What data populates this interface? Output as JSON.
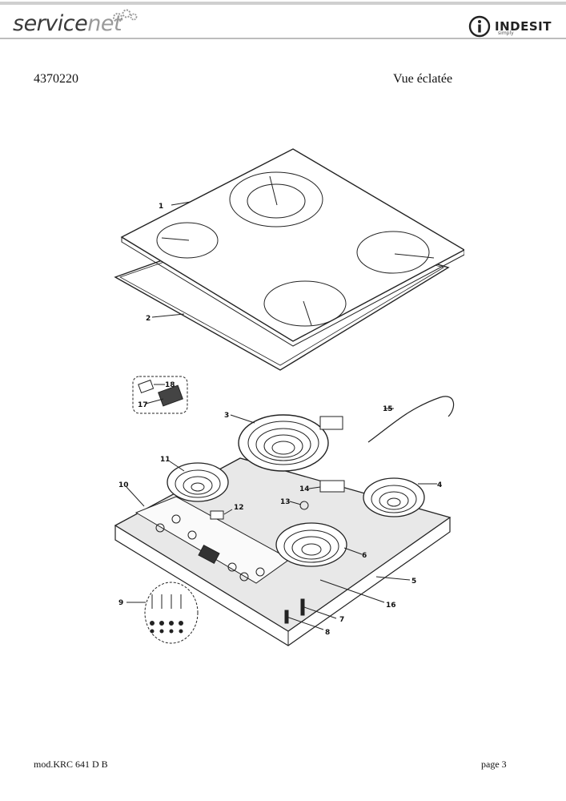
{
  "header": {
    "brand_left_a": "service",
    "brand_left_b": "net",
    "brand_right": "INDESIT",
    "brand_right_tagline": "simply"
  },
  "document": {
    "code": "4370220",
    "title": "Vue éclatée"
  },
  "diagram": {
    "callouts": [
      "1",
      "2",
      "3",
      "4",
      "5",
      "6",
      "7",
      "8",
      "9",
      "10",
      "11",
      "12",
      "13",
      "14",
      "15",
      "16",
      "17",
      "18"
    ]
  },
  "footer": {
    "model": "mod.KRC 641 D B",
    "page": "page 3"
  }
}
